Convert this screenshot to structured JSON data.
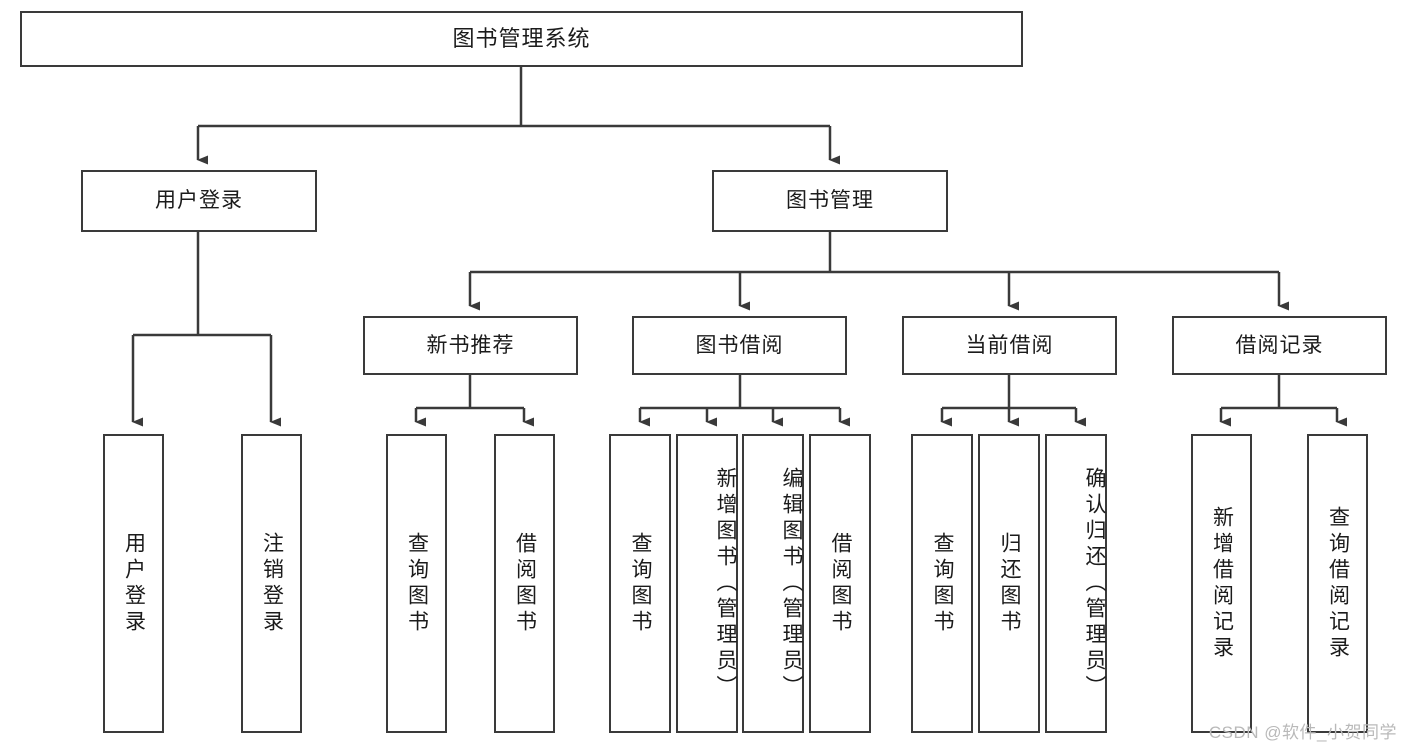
{
  "diagram": {
    "type": "tree-hierarchy",
    "title": "图书管理系统",
    "watermark": "CSDN @软件_小贺同学",
    "level2": [
      {
        "label": "用户登录"
      },
      {
        "label": "图书管理"
      }
    ],
    "level3": [
      {
        "label": "新书推荐"
      },
      {
        "label": "图书借阅"
      },
      {
        "label": "当前借阅"
      },
      {
        "label": "借阅记录"
      }
    ],
    "leaves": {
      "user_login": [
        {
          "label": "用户登录"
        },
        {
          "label": "注销登录"
        }
      ],
      "new_book": [
        {
          "label": "查询图书"
        },
        {
          "label": "借阅图书"
        }
      ],
      "book_borrow": [
        {
          "label": "查询图书"
        },
        {
          "label": "新增图书（管理员）"
        },
        {
          "label": "编辑图书（管理员）"
        },
        {
          "label": "借阅图书"
        }
      ],
      "current_borrow": [
        {
          "label": "查询图书"
        },
        {
          "label": "归还图书"
        },
        {
          "label": "确认归还（管理员）"
        }
      ],
      "borrow_record": [
        {
          "label": "新增借阅记录"
        },
        {
          "label": "查询借阅记录"
        }
      ]
    },
    "colors": {
      "stroke": "#3a3a3a",
      "fill": "#ffffff",
      "text": "#1b1b1b",
      "watermark": "#b9b9b9"
    }
  }
}
